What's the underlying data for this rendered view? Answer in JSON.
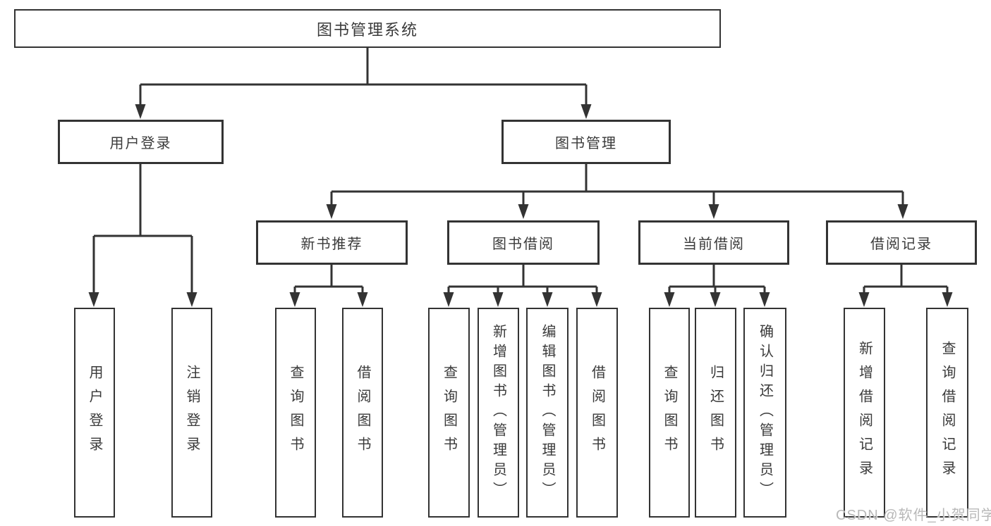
{
  "diagram": {
    "root": {
      "label": "图书管理系统"
    },
    "level2": [
      {
        "label": "用户登录",
        "children": [
          "用户登录",
          "注销登录"
        ]
      },
      {
        "label": "图书管理"
      }
    ],
    "level3": [
      {
        "label": "新书推荐",
        "children": [
          "查询图书",
          "借阅图书"
        ]
      },
      {
        "label": "图书借阅",
        "children": [
          "查询图书",
          "新增图书（管理员）",
          "编辑图书（管理员）",
          "借阅图书"
        ]
      },
      {
        "label": "当前借阅",
        "children": [
          "查询图书",
          "归还图书",
          "确认归还（管理员）"
        ]
      },
      {
        "label": "借阅记录",
        "children": [
          "新增借阅记录",
          "查询借阅记录"
        ]
      }
    ]
  },
  "watermark": "CSDN @软件_小贺同学",
  "colors": {
    "line": "#333333",
    "text": "#3a3a3a",
    "watermark": "#b8b8b8",
    "background": "#ffffff"
  }
}
